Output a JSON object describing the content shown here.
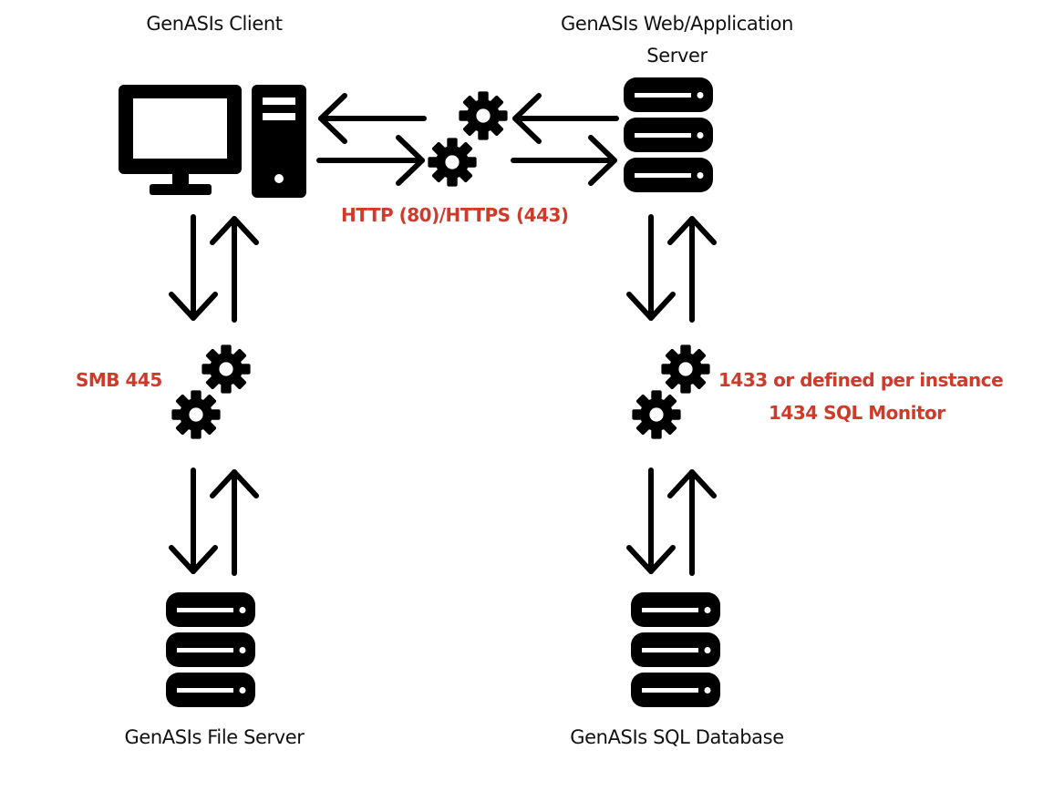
{
  "nodes": {
    "client": "GenASIs Client",
    "web_server_line1": "GenASIs Web/Application",
    "web_server_line2": "Server",
    "file_server": "GenASIs File Server",
    "sql_database": "GenASIs SQL Database"
  },
  "ports": {
    "http": "HTTP (80)/HTTPS (443)",
    "smb": "SMB 445",
    "sql_line1": "1433 or defined per instance",
    "sql_line2": "1434 SQL Monitor"
  },
  "colors": {
    "port_text": "#d03a2a",
    "icon": "#000000"
  },
  "icons": {
    "client": "computer-icon",
    "server": "database-server-icon",
    "connection": "gears-icon"
  }
}
